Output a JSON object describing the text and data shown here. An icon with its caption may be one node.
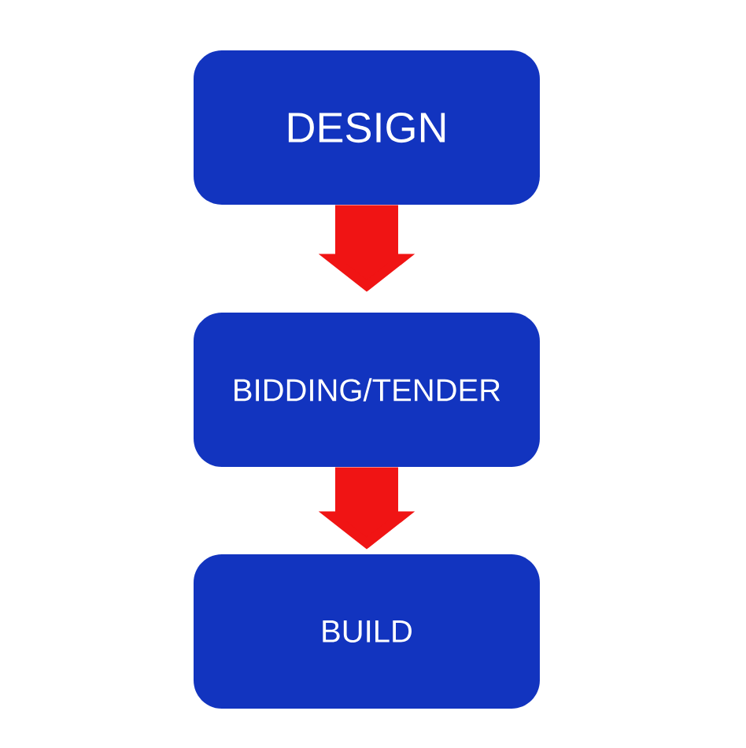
{
  "diagram": {
    "nodes": [
      {
        "text": [
          "DESIGN"
        ]
      },
      {
        "text": [
          "BIDDING/TENDER"
        ]
      },
      {
        "text": [
          "BUILD"
        ]
      }
    ],
    "edges": [
      {
        "from": 0,
        "to": 1,
        "arrow": "to"
      },
      {
        "from": 1,
        "to": 2,
        "arrow": "to"
      }
    ]
  }
}
